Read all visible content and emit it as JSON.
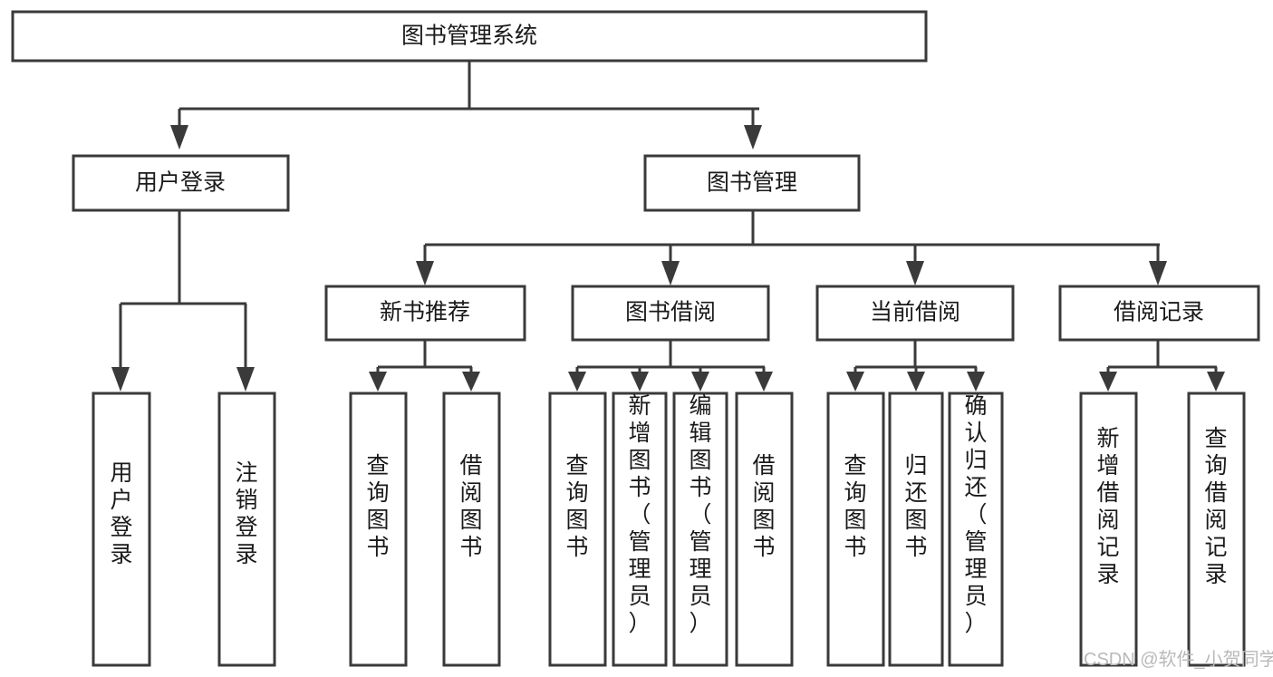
{
  "diagram": {
    "type": "tree-hierarchy-chart",
    "title_node": {
      "id": "root",
      "label": "图书管理系统"
    },
    "levels": [
      {
        "level": 1,
        "nodes": [
          {
            "id": "root",
            "label": "图书管理系统",
            "orientation": "horizontal"
          }
        ]
      },
      {
        "level": 2,
        "nodes": [
          {
            "id": "login",
            "label": "用户登录",
            "orientation": "horizontal",
            "parent": "root"
          },
          {
            "id": "bookmgmt",
            "label": "图书管理",
            "orientation": "horizontal",
            "parent": "root"
          }
        ]
      },
      {
        "level": 3,
        "nodes": [
          {
            "id": "newbook",
            "label": "新书推荐",
            "orientation": "horizontal",
            "parent": "bookmgmt"
          },
          {
            "id": "borrow",
            "label": "图书借阅",
            "orientation": "horizontal",
            "parent": "bookmgmt"
          },
          {
            "id": "current",
            "label": "当前借阅",
            "orientation": "horizontal",
            "parent": "bookmgmt"
          },
          {
            "id": "records",
            "label": "借阅记录",
            "orientation": "horizontal",
            "parent": "bookmgmt"
          }
        ]
      },
      {
        "level": 4,
        "nodes": [
          {
            "id": "leaf-1",
            "label": "用户登录",
            "orientation": "vertical",
            "parent": "login"
          },
          {
            "id": "leaf-2",
            "label": "注销登录",
            "orientation": "vertical",
            "parent": "login"
          },
          {
            "id": "leaf-3",
            "label": "查询图书",
            "orientation": "vertical",
            "parent": "newbook"
          },
          {
            "id": "leaf-4",
            "label": "借阅图书",
            "orientation": "vertical",
            "parent": "newbook"
          },
          {
            "id": "leaf-5",
            "label": "查询图书",
            "orientation": "vertical",
            "parent": "borrow"
          },
          {
            "id": "leaf-6",
            "label": "新增图书（管理员）",
            "orientation": "vertical",
            "parent": "borrow"
          },
          {
            "id": "leaf-7",
            "label": "编辑图书（管理员）",
            "orientation": "vertical",
            "parent": "borrow"
          },
          {
            "id": "leaf-8",
            "label": "借阅图书",
            "orientation": "vertical",
            "parent": "borrow"
          },
          {
            "id": "leaf-9",
            "label": "查询图书",
            "orientation": "vertical",
            "parent": "current"
          },
          {
            "id": "leaf-10",
            "label": "归还图书",
            "orientation": "vertical",
            "parent": "current"
          },
          {
            "id": "leaf-11",
            "label": "确认归还（管理员）",
            "orientation": "vertical",
            "parent": "current"
          },
          {
            "id": "leaf-12",
            "label": "新增借阅记录",
            "orientation": "vertical",
            "parent": "records"
          },
          {
            "id": "leaf-13",
            "label": "查询借阅记录",
            "orientation": "vertical",
            "parent": "records"
          }
        ]
      }
    ],
    "colors": {
      "stroke": "#3a3a3a",
      "fill": "#ffffff",
      "text": "#1a1a1a",
      "watermark": "#b9b9b9",
      "background": "#ffffff"
    }
  },
  "watermark": {
    "text": "CSDN @软件_小贺同学"
  }
}
